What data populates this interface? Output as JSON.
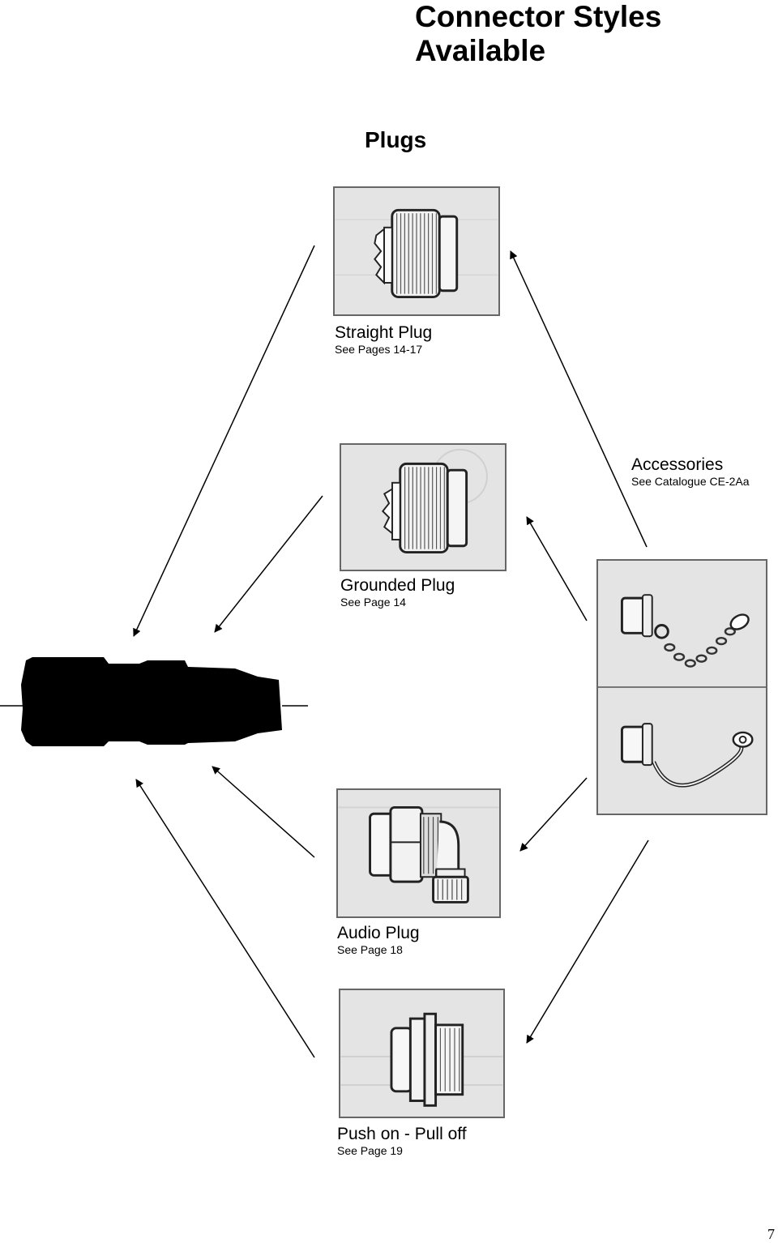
{
  "header": {
    "title_line1": "Connector Styles",
    "title_line2": "Available",
    "section": "Plugs"
  },
  "items": [
    {
      "title": "Straight Plug",
      "ref": "See Pages 14-17",
      "icon": "straight-plug-icon"
    },
    {
      "title": "Grounded Plug",
      "ref": "See Page 14",
      "icon": "grounded-plug-icon"
    },
    {
      "title": "Accessories",
      "ref": "See Catalogue CE-2Aa",
      "icon": "accessory-caps-icon"
    },
    {
      "title": "Audio Plug",
      "ref": "See Page 18",
      "icon": "audio-plug-icon"
    },
    {
      "title": "Push on - Pull off",
      "ref": "See Page 19",
      "icon": "push-pull-plug-icon"
    }
  ],
  "footer": {
    "page_number": "7"
  },
  "colors": {
    "photo_bg": "#e6e6e6",
    "line": "#000000",
    "silhouette": "#000000"
  }
}
